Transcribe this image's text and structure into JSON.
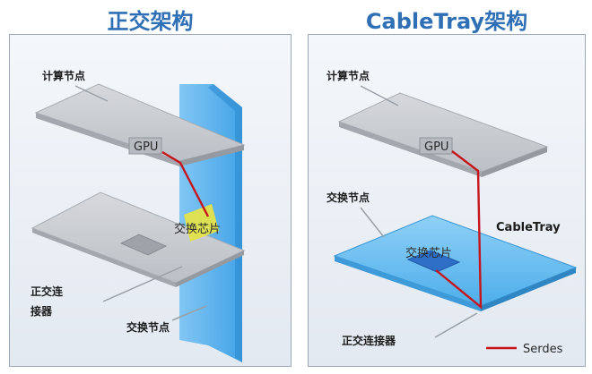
{
  "titles": {
    "left": "正交架构",
    "right": "CableTray架构"
  },
  "left_panel": {
    "compute_node": "计算节点",
    "gpu": "GPU",
    "switch_chip": "交换芯片",
    "orthogonal_connector_line1": "正交连",
    "orthogonal_connector_line2": "接器",
    "switch_node": "交换节点"
  },
  "right_panel": {
    "compute_node": "计算节点",
    "gpu": "GPU",
    "switch_node": "交换节点",
    "cabletray": "CableTray",
    "switch_chip": "交换芯片",
    "orthogonal_connector": "正交连接器"
  },
  "legend": {
    "serdes": "Serdes"
  },
  "colors": {
    "title": "#2f6fb5",
    "serdes_line": "#c4161c",
    "board": "#c9ccd1",
    "switch_board": "#5db6ee",
    "backplane": "#4aa9ec",
    "chip_yellow": "#e3e34a"
  }
}
